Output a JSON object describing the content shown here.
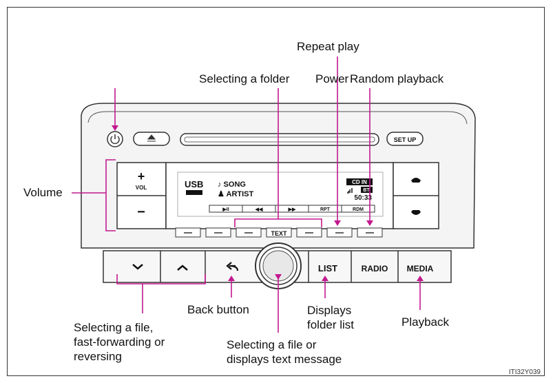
{
  "labels": {
    "repeat_play": "Repeat play",
    "selecting_folder": "Selecting a folder",
    "power": "Power",
    "random_playback": "Random playback",
    "volume": "Volume",
    "back_button": "Back button",
    "displays_folder_list": "Displays\nfolder list",
    "playback": "Playback",
    "select_file_ff": "Selecting a file,\nfast-forwarding or\nreversing",
    "select_file_text": "Selecting a file or\ndisplays text message"
  },
  "buttons": {
    "setup": "SET UP",
    "vol": "VOL",
    "plus": "+",
    "minus": "−",
    "text": "TEXT",
    "list": "LIST",
    "radio": "RADIO",
    "media": "MEDIA"
  },
  "display": {
    "source": "USB",
    "song": "♪ SONG",
    "artist": "♟ ARTIST",
    "cd_in": "CD IN",
    "bt": "BT",
    "time": "50:33",
    "softkeys": [
      "▶II",
      "◀◀",
      "▶▶",
      "RPT",
      "RDM"
    ]
  },
  "figure_code": "ITI32Y039",
  "colors": {
    "callout": "#c2188f"
  }
}
